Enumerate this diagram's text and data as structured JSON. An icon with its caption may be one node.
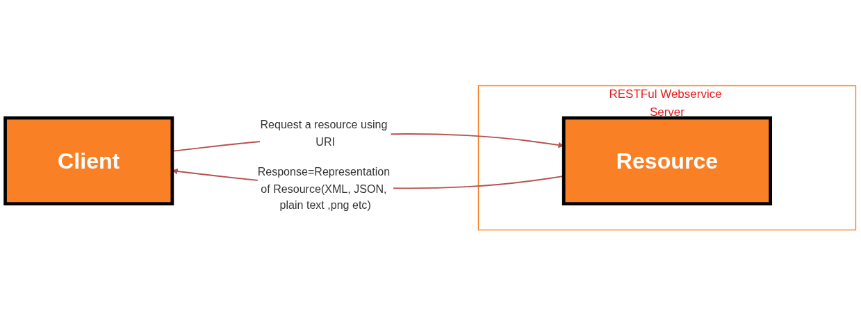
{
  "diagram": {
    "nodes": [
      {
        "text": [
          "Client"
        ]
      },
      {
        "text": [
          "RESTFul Webservice Server"
        ]
      },
      {
        "text": [
          "Resource"
        ],
        "in": 1
      }
    ],
    "edges": [
      {
        "from": 0,
        "to": 2,
        "arrow": "to",
        "label": "Request a resource using URI"
      },
      {
        "from": 2,
        "to": 0,
        "arrow": "to",
        "label": "Response=Representation of Resource(XML, JSON, plain text ,png etc)"
      }
    ]
  }
}
